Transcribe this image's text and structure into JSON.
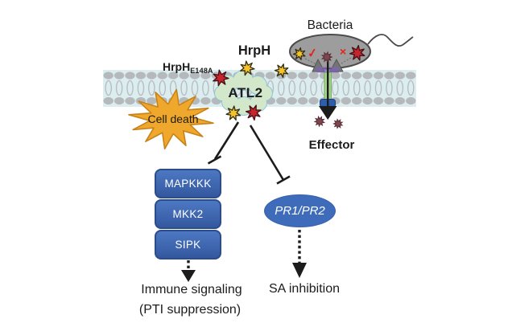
{
  "figure": {
    "bacteria": {
      "label": "Bacteria",
      "check_mark": "✓",
      "cross_mark": "×"
    },
    "hrph": {
      "label": "HrpH"
    },
    "hrph_mutant": {
      "label": "HrpH",
      "subscript": "E148A"
    },
    "atl2": {
      "label": "ATL2"
    },
    "cell_death": {
      "label": "Cell death"
    },
    "effector": {
      "label": "Effector"
    },
    "cascade": {
      "boxes": [
        {
          "label": "MAPKKK"
        },
        {
          "label": "MKK2"
        },
        {
          "label": "SIPK"
        }
      ]
    },
    "pr_genes": {
      "label": "PR1/PR2"
    },
    "outcomes": {
      "immune_line1": "Immune signaling",
      "immune_line2": "(PTI suppression)",
      "sa_label": "SA inhibition"
    },
    "colors": {
      "membrane_band": "#dcedf0",
      "lipid": "#b5b9bc",
      "bacteria_body": "#9d9d9d",
      "atl2_fill": "#d3e8ca",
      "atl2_stroke": "#8fc3d6",
      "star_yellow": "#f6c22b",
      "star_red": "#c8242e",
      "effector_maroon": "#7c4750",
      "burst_orange": "#f0a82c",
      "cascade_blue": "#3c67b0",
      "pr_blue": "#3e6cbb",
      "mark_red": "#e0261c"
    }
  }
}
